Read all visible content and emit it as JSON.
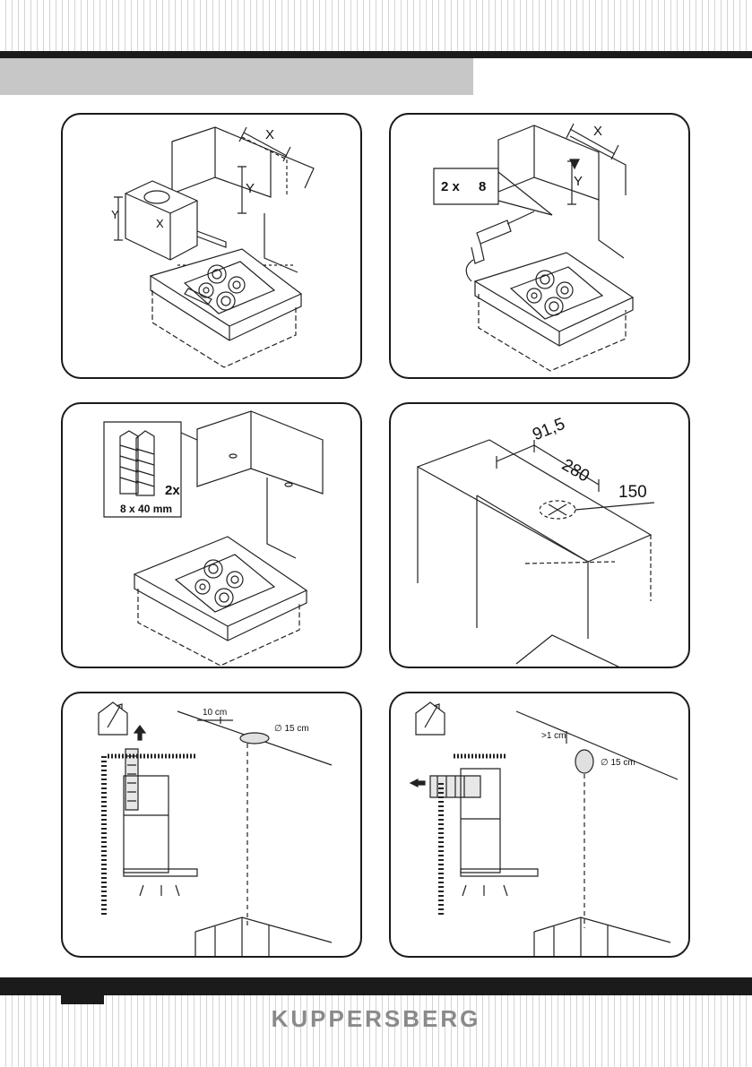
{
  "brand": {
    "name": "KUPPERSBERG"
  },
  "panel1": {
    "dim_x": "X",
    "dim_y": "Y",
    "dim_x2": "X",
    "dim_y2": "Y"
  },
  "panel2": {
    "dim_x": "X",
    "dim_y": "Y",
    "callout_qty": "2 x",
    "callout_size": "8"
  },
  "panel3": {
    "qty": "2x",
    "size": "8 x 40 mm"
  },
  "panel4": {
    "d1": "91,5",
    "d2": "280",
    "d3": "150"
  },
  "panel5": {
    "offset": "10 cm",
    "diameter": "∅ 15 cm"
  },
  "panel6": {
    "offset": ">1 cm",
    "diameter": "∅ 15 cm"
  },
  "colors": {
    "frame": "#1a1a1a",
    "band": "#c7c7c7",
    "brand_text": "#8a8a8a"
  }
}
